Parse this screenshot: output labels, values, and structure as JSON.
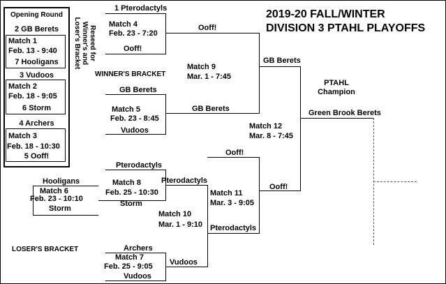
{
  "title": {
    "line1": "2019-20 FALL/WINTER",
    "line2": "DIVISION 3 PTAHL PLAYOFFS"
  },
  "opening_round": {
    "heading": "Opening Round",
    "matches": [
      {
        "seed_top": "2 GB Berets",
        "label": "Match 1",
        "time": "Feb. 13 - 9:40",
        "seed_bottom": "7 Hooligans"
      },
      {
        "seed_top": "3 Vudoos",
        "label": "Match 2",
        "time": "Feb. 18 - 9:05",
        "seed_bottom": "6 Storm"
      },
      {
        "seed_top": "4 Archers",
        "label": "Match 3",
        "time": "Feb. 18 - 10:30",
        "seed_bottom": "5 Ooff!"
      }
    ]
  },
  "reseed_note": {
    "line1": "Reseed for",
    "line2": "Winner's and",
    "line3": "Loser's Bracket"
  },
  "winners_bracket": {
    "label": "WINNER'S BRACKET",
    "match4": {
      "top": "1 Pterodactyls",
      "label": "Match 4",
      "time": "Feb. 23 - 7:20",
      "bottom": "Ooff!",
      "winner": "Ooff!"
    },
    "match5": {
      "top": "GB Berets",
      "label": "Match 5",
      "time": "Feb. 23 - 8:45",
      "bottom": "Vudoos",
      "winner": "GB Berets"
    },
    "match9": {
      "label": "Match 9",
      "time": "Mar. 1 - 7:45",
      "winner": "GB Berets"
    }
  },
  "losers_bracket": {
    "label": "LOSER'S BRACKET",
    "match6": {
      "top": "Hooligans",
      "label": "Match 6",
      "time": "Feb. 23 - 10:10",
      "bottom": "Storm"
    },
    "match7": {
      "top": "Archers",
      "label": "Match 7",
      "time": "Feb. 25 - 9:05",
      "bottom": "Vudoos",
      "winner": "Vudoos"
    },
    "match8": {
      "top": "Pterodactyls",
      "label": "Match 8",
      "time": "Feb. 25 - 10:30",
      "bottom": "Storm",
      "winner": "Pterodactyls"
    },
    "match10": {
      "label": "Match 10",
      "time": "Mar. 1 - 9:10",
      "winner": "Pterodactyls"
    },
    "match11": {
      "top": "Ooff!",
      "label": "Match 11",
      "time": "Mar. 3 - 9:05",
      "winner": "Ooff!"
    }
  },
  "final": {
    "label": "Match 12",
    "time": "Mar. 8 - 7:45",
    "champion_heading_line1": "PTAHL",
    "champion_heading_line2": "Champion",
    "champion": "Green Brook Berets"
  }
}
